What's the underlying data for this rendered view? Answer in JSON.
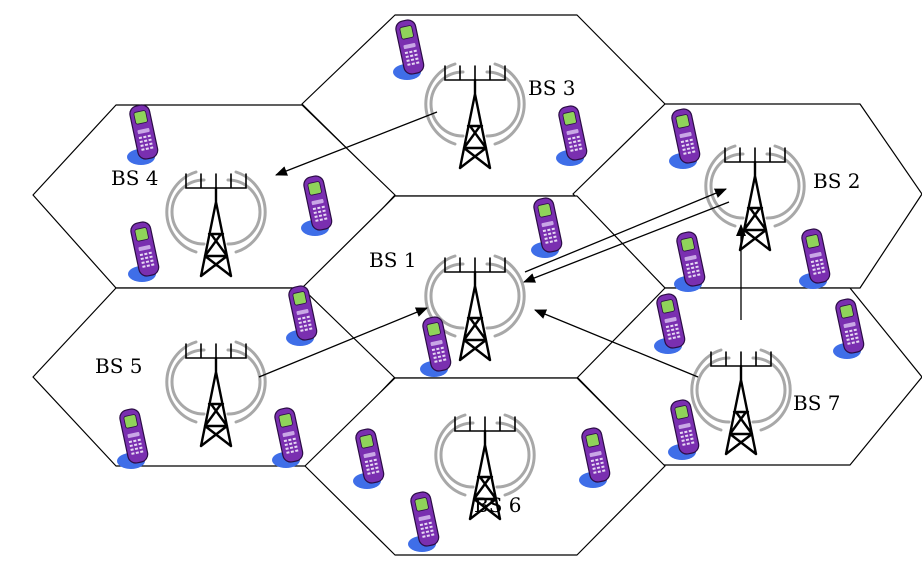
{
  "diagram": {
    "stations": [
      {
        "id": "bs1",
        "label": "BS 1"
      },
      {
        "id": "bs2",
        "label": "BS 2"
      },
      {
        "id": "bs3",
        "label": "BS 3"
      },
      {
        "id": "bs4",
        "label": "BS 4"
      },
      {
        "id": "bs5",
        "label": "BS 5"
      },
      {
        "id": "bs6",
        "label": "BS 6"
      },
      {
        "id": "bs7",
        "label": "BS 7"
      }
    ],
    "links": [
      {
        "from": "bs3",
        "to": "bs4"
      },
      {
        "from": "bs1",
        "to": "bs2"
      },
      {
        "from": "bs2",
        "to": "bs1"
      },
      {
        "from": "bs5",
        "to": "bs1"
      },
      {
        "from": "bs7",
        "to": "bs1"
      },
      {
        "from": "bs7",
        "to": "bs2"
      }
    ],
    "colors": {
      "cell_stroke": "#000000",
      "tower": "#000000",
      "signal_waves": "#a8a8a8",
      "phone_body": "#7a2fb0",
      "phone_screen": "#8fd35a",
      "phone_shadow": "#3f6ee8"
    },
    "icons": {
      "tower": "cell-tower-icon",
      "phone": "mobile-phone-icon"
    }
  }
}
